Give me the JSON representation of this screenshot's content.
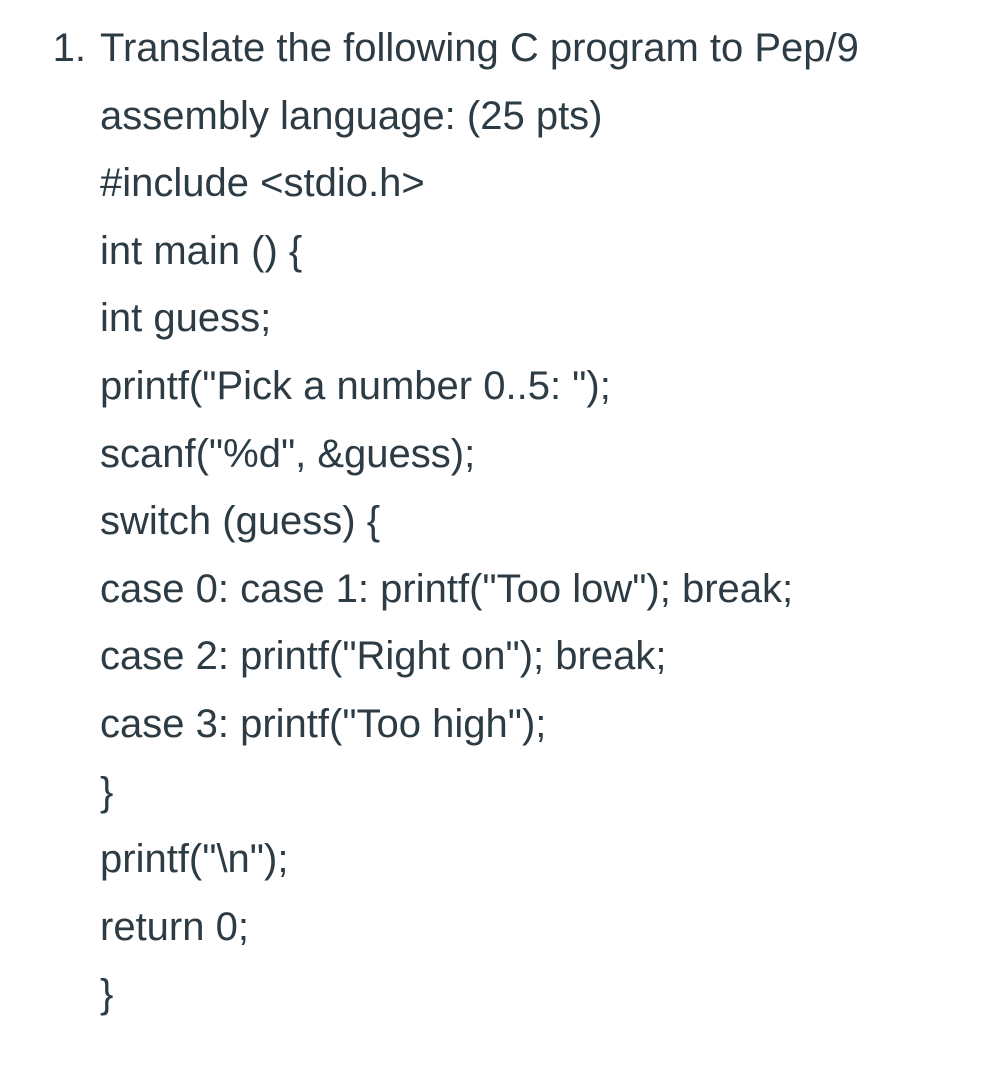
{
  "page": {
    "background_color": "#ffffff",
    "text_color": "#2d3b45"
  },
  "question": {
    "number": "1.",
    "prompt_lines": [
      "Translate the following C program to Pep/9",
      "assembly language: (25 pts)"
    ],
    "code_lines": [
      "#include <stdio.h>",
      "int main () {",
      "int guess;",
      "printf(\"Pick a number 0..5: \");",
      "scanf(\"%d\", &guess);",
      "switch (guess) {",
      "case 0: case 1: printf(\"Too low\"); break;",
      "case 2: printf(\"Right on\"); break;",
      "case 3: printf(\"Too high\");",
      "}",
      "printf(\"\\n\");",
      "return 0;",
      "}"
    ]
  }
}
